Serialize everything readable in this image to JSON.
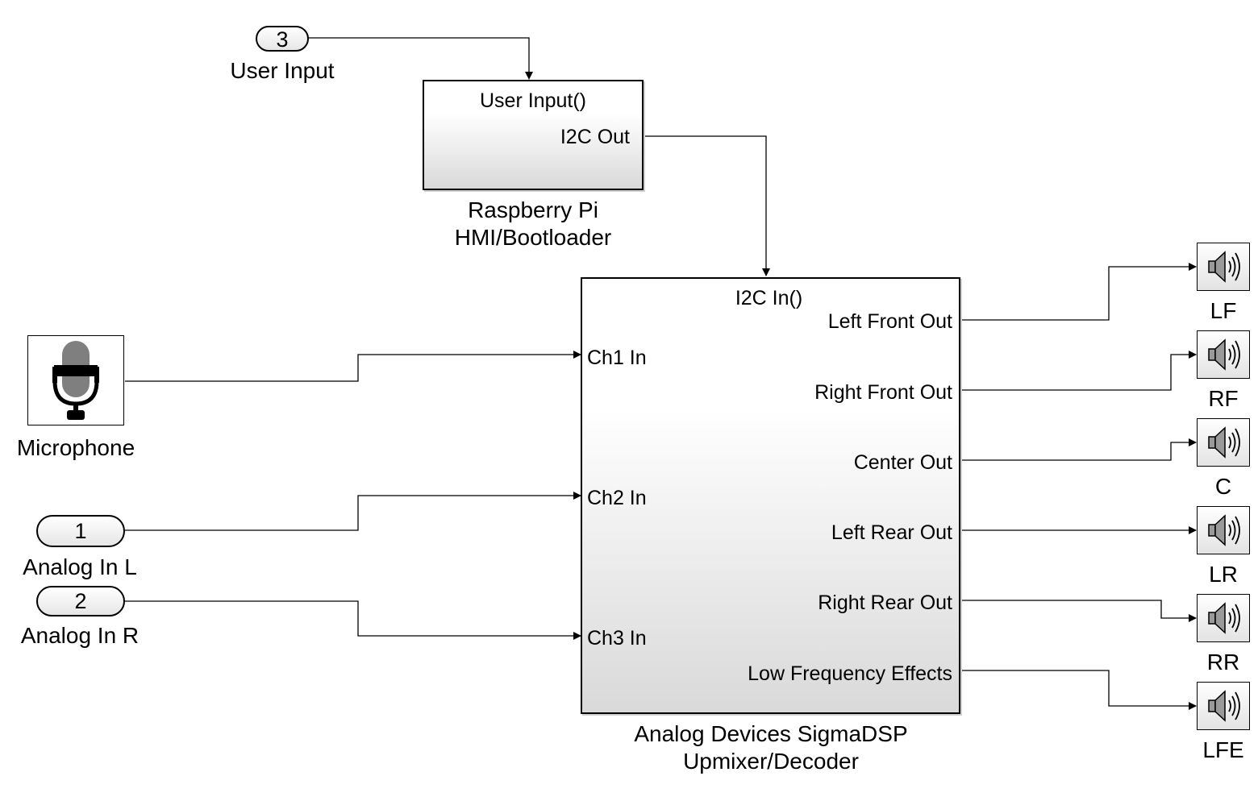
{
  "inports": [
    {
      "number": "3",
      "label": "User Input"
    },
    {
      "number": "1",
      "label": "Analog In L"
    },
    {
      "number": "2",
      "label": "Analog In R"
    }
  ],
  "rpi_block": {
    "input_port": "User Input()",
    "output_port": "I2C Out",
    "caption_line1": "Raspberry Pi",
    "caption_line2": "HMI/Bootloader"
  },
  "dsp_block": {
    "top_port": "I2C In()",
    "inputs": [
      "Ch1 In",
      "Ch2 In",
      "Ch3 In"
    ],
    "outputs": [
      "Left Front Out",
      "Right Front Out",
      "Center Out",
      "Left Rear Out",
      "Right Rear Out",
      "Low Frequency Effects"
    ],
    "caption_line1": "Analog Devices SigmaDSP",
    "caption_line2": "Upmixer/Decoder"
  },
  "microphone": {
    "label": "Microphone",
    "icon": "microphone-icon"
  },
  "speakers": [
    "LF",
    "RF",
    "C",
    "LR",
    "RR",
    "LFE"
  ],
  "speaker_icon": "speaker-icon"
}
